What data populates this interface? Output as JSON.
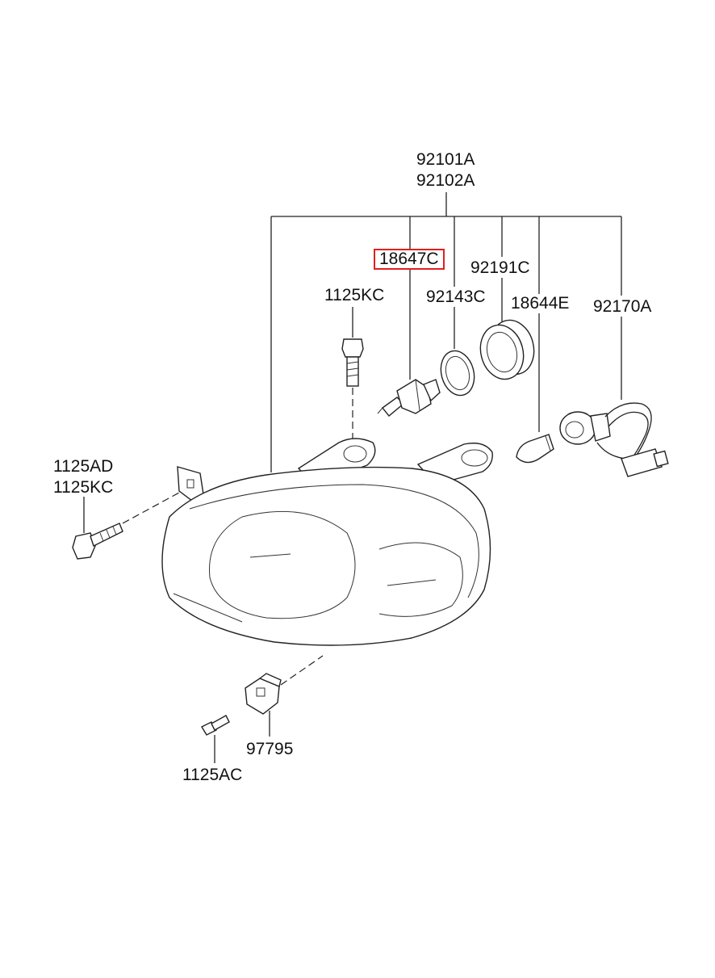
{
  "labels": {
    "assembly_top": "92101A",
    "assembly_bottom": "92102A",
    "bulb_socket": "18647C",
    "ring_small": "92143C",
    "ring_large": "92191C",
    "bolt_upper": "1125KC",
    "bulb_small": "18644E",
    "wiring": "92170A",
    "bolt_left_top": "1125AD",
    "bolt_left_bottom": "1125KC",
    "bracket_clip": "97795",
    "screw_bottom": "1125AC"
  },
  "highlight_color": "#e02020"
}
